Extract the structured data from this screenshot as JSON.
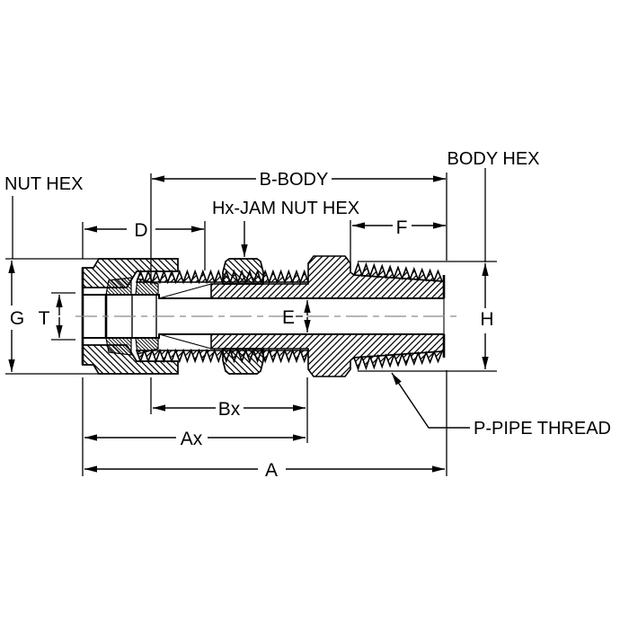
{
  "figure": {
    "background": "#ffffff",
    "ink": "#000000",
    "centerline_color": "#8a8a8a"
  },
  "labels": {
    "nut_hex": "NUT HEX",
    "b_body": "B-BODY",
    "body_hex": "BODY HEX",
    "jam_nut_hex": "Hx-JAM NUT HEX",
    "p_pipe_thread": "P-PIPE THREAD"
  },
  "dimensions": {
    "d": "D",
    "f": "F",
    "g": "G",
    "t": "T",
    "e": "E",
    "h": "H",
    "bx": "Bx",
    "ax": "Ax",
    "a": "A"
  }
}
